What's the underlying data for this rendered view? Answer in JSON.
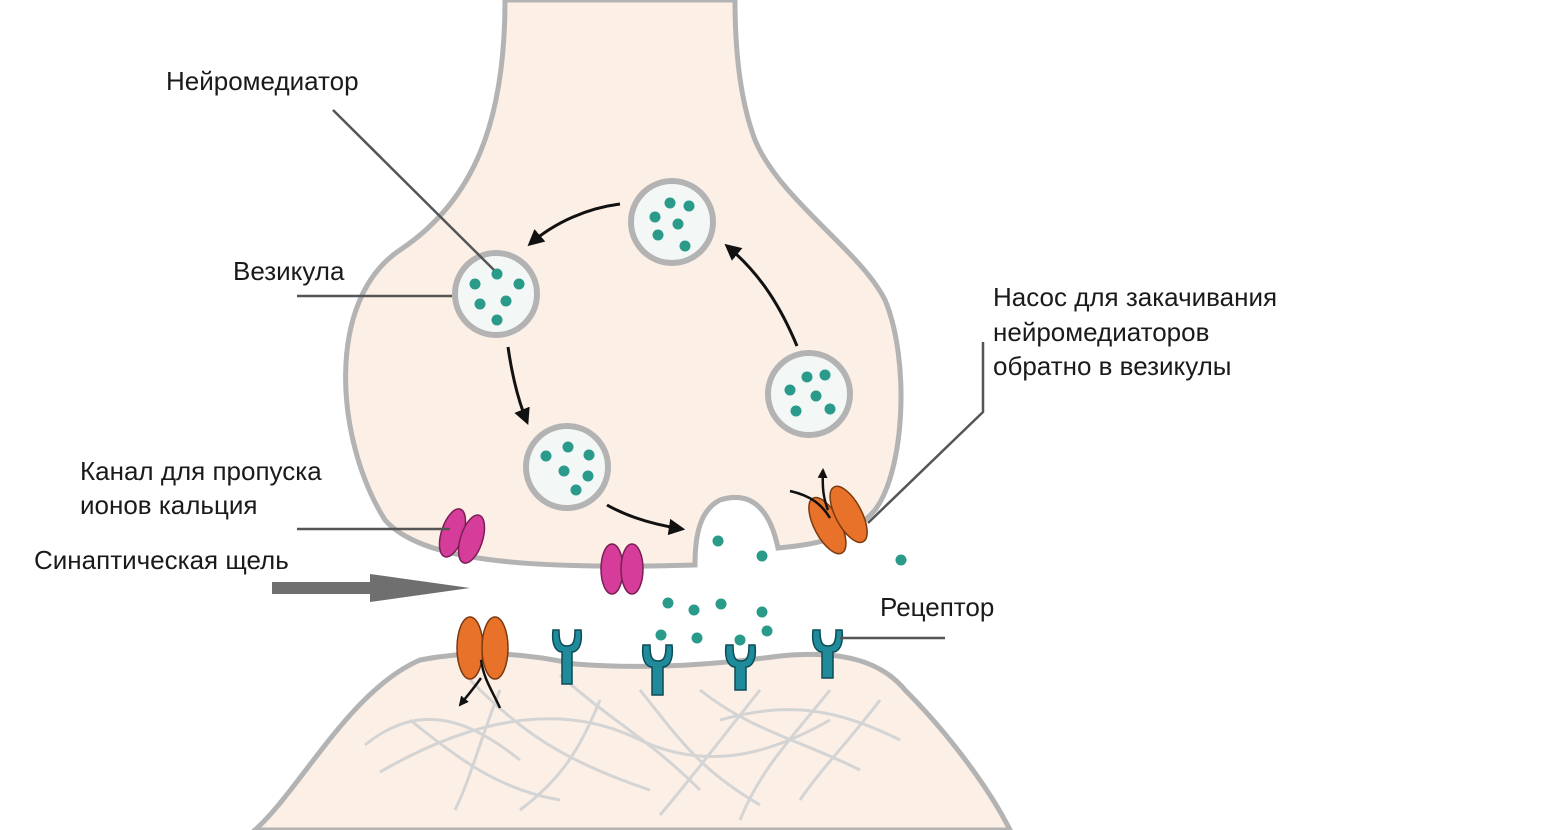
{
  "labels": {
    "neurotransmitter": "Нейромедиатор",
    "vesicle": "Везикула",
    "pump_line1": "Насос для закачивания",
    "pump_line2": "нейромедиаторов",
    "pump_line3": "обратно в везикулы",
    "calcium_line1": "Канал для пропуска",
    "calcium_line2": "ионов кальция",
    "cleft": "Синаптическая щель",
    "receptor": "Рецептор"
  },
  "colors": {
    "neuron_fill": "#fcefe6",
    "membrane": "#b3b3b3",
    "vesicle_fill": "#f3f7f6",
    "neurotransmitter": "#2a9a8a",
    "calcium_channel": "#d63c9a",
    "pump": "#e8722a",
    "receptor": "#1e8a9a",
    "leader_line": "#555555",
    "cleft_arrow": "#6f6f6f"
  }
}
